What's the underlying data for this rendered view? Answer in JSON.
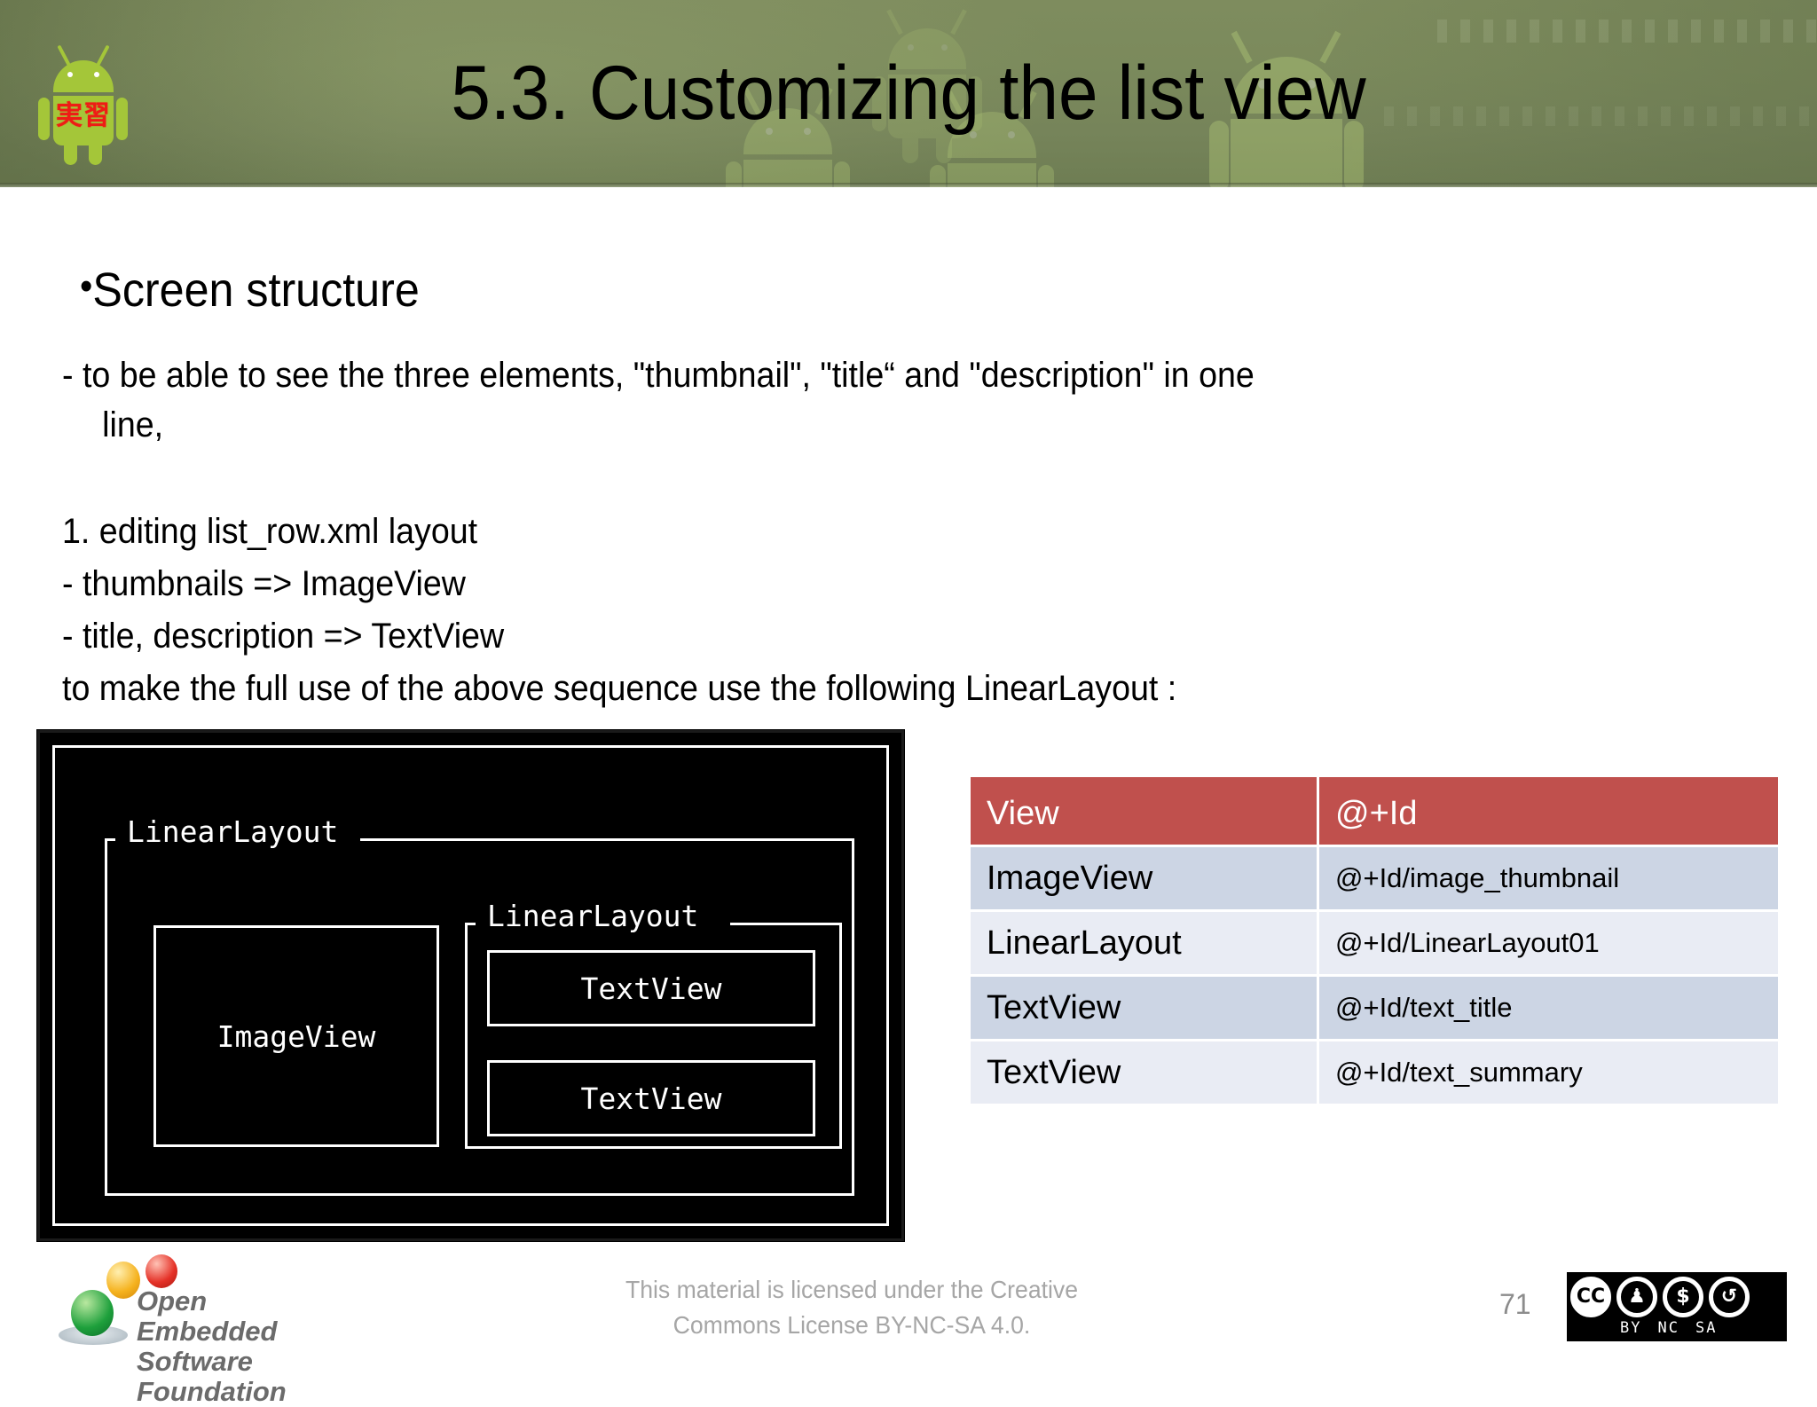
{
  "header": {
    "title": "5.3. Customizing the list view",
    "logo_stamp": "実習",
    "logo_name": "android-robot-logo"
  },
  "body": {
    "bullet_title": "Screen structure",
    "bullet_marker": "•",
    "line_1": "- to be able to see the three elements, \"thumbnail\", \"title“ and \"description\" in one",
    "line_1_cont": "line,",
    "step_1": "1. editing list_row.xml layout",
    "step_2": "- thumbnails => ImageView",
    "step_3": "- title, description => TextView",
    "step_4": "to make the full use of the above sequence use the following LinearLayout :"
  },
  "diagram": {
    "outer_group_label": "LinearLayout",
    "inner_group_label": "LinearLayout",
    "image_box": "ImageView",
    "text_box_1": "TextView",
    "text_box_2": "TextView"
  },
  "table": {
    "headers": [
      "View",
      "@+Id"
    ],
    "header_bg": "#c0504d",
    "row_bg_odd": "#ccd5e4",
    "row_bg_even": "#e9ecf4",
    "rows": [
      {
        "view": "ImageView",
        "id": "@+Id/image_thumbnail"
      },
      {
        "view": "LinearLayout",
        "id": "@+Id/LinearLayout01"
      },
      {
        "view": "TextView",
        "id": "@+Id/text_title"
      },
      {
        "view": "TextView",
        "id": "@+Id/text_summary"
      }
    ]
  },
  "footer": {
    "org_name": "Open Embedded\nSoftware Foundation",
    "license_line_1": "This material is licensed under the Creative",
    "license_line_2": "Commons License BY-NC-SA 4.0.",
    "page_number": "71",
    "cc_label": "CC",
    "cc_by": "BY",
    "cc_nc": "NC",
    "cc_sa": "SA"
  }
}
